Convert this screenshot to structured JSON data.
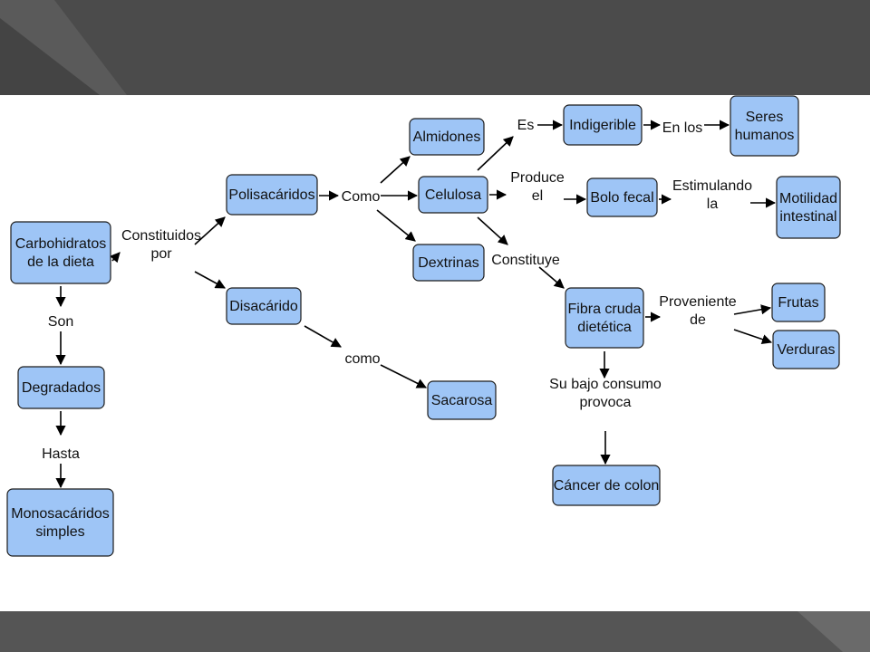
{
  "colors": {
    "node_fill": "#9ec5f6",
    "node_stroke": "#1c1c1c",
    "band": "#4b4b4b",
    "background": "#ffffff"
  },
  "nodes": {
    "carbohidratos": [
      "Carbohidratos",
      "de la dieta"
    ],
    "degradados": [
      "Degradados"
    ],
    "monosacaridos": [
      "Monosacáridos",
      "simples"
    ],
    "polisacaridos": [
      "Polisacáridos"
    ],
    "disacarido": [
      "Disacárido"
    ],
    "almidones": [
      "Almidones"
    ],
    "celulosa": [
      "Celulosa"
    ],
    "dextrinas": [
      "Dextrinas"
    ],
    "sacarosa": [
      "Sacarosa"
    ],
    "indigerible": [
      "Indigerible"
    ],
    "seres_humanos": [
      "Seres",
      "humanos"
    ],
    "bolo_fecal": [
      "Bolo fecal"
    ],
    "motilidad": [
      "Motilidad",
      "intestinal"
    ],
    "fibra": [
      "Fibra cruda",
      "dietética"
    ],
    "frutas": [
      "Frutas"
    ],
    "verduras": [
      "Verduras"
    ],
    "cancer": [
      "Cáncer de colon"
    ]
  },
  "linking_phrases": {
    "constituidos_por": [
      "Constituidos",
      "por"
    ],
    "son": [
      "Son"
    ],
    "hasta": [
      "Hasta"
    ],
    "como_upper": [
      "Como"
    ],
    "como_lower": [
      "como"
    ],
    "es": [
      "Es"
    ],
    "en_los": [
      "En los"
    ],
    "produce_el": [
      "Produce",
      "el"
    ],
    "estimulando_la": [
      "Estimulando",
      "la"
    ],
    "constituye": [
      "Constituye"
    ],
    "proveniente_de": [
      "Proveniente",
      "de"
    ],
    "su_bajo_consumo": [
      "Su bajo consumo",
      "provoca"
    ]
  }
}
